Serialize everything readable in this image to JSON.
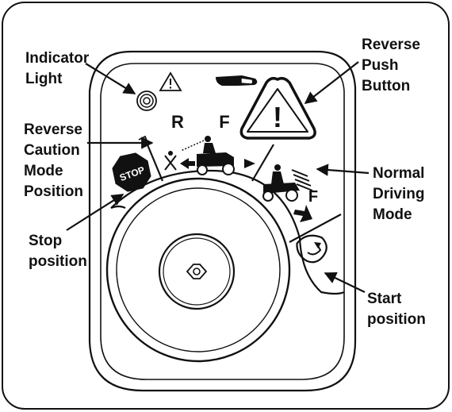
{
  "callouts": {
    "indicator_light": [
      "Indicator",
      "Light"
    ],
    "reverse_push_button": [
      "Reverse",
      "Push",
      "Button"
    ],
    "reverse_caution_mode": [
      "Reverse",
      "Caution",
      "Mode",
      "Position"
    ],
    "normal_driving_mode": [
      "Normal",
      "Driving",
      "Mode"
    ],
    "stop_position": [
      "Stop",
      "position"
    ],
    "start_position": [
      "Start",
      "position"
    ]
  },
  "panel": {
    "reverse_letter": "R",
    "forward_letter": "F",
    "normal_mode_letter": "F",
    "stop_label": "STOP",
    "warning_mark": "!"
  },
  "colors": {
    "ink": "#111111",
    "background": "#ffffff"
  },
  "icons": [
    "warning-triangle-icon",
    "hand-press-icon",
    "indicator-light-icon",
    "reverse-push-button-icon",
    "stop-octagon-icon",
    "mower-reverse-icon",
    "mower-forward-icon",
    "start-key-icon",
    "key-slot-icon"
  ]
}
